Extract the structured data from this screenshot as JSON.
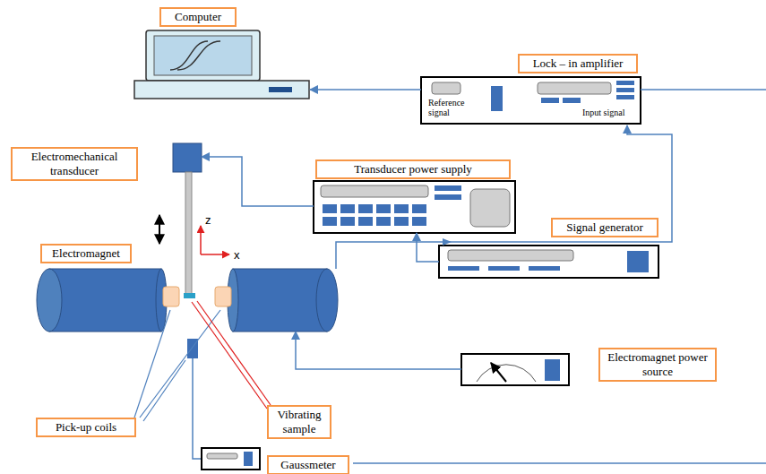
{
  "diagram": {
    "nodes": [
      {
        "text": [
          "Computer"
        ]
      },
      {
        "text": [
          "Lock – in amplifier"
        ]
      },
      {
        "text": [
          "Electromechanical transducer"
        ]
      },
      {
        "text": [
          "Transducer power supply"
        ]
      },
      {
        "text": [
          "Signal generator"
        ]
      },
      {
        "text": [
          "Electromagnet"
        ]
      },
      {
        "text": [
          "Pick-up coils"
        ]
      },
      {
        "text": [
          "Vibrating sample"
        ]
      },
      {
        "text": [
          "Electromagnet power source"
        ]
      },
      {
        "text": [
          "Gaussmeter"
        ]
      }
    ],
    "edges": [
      {
        "from": 1,
        "to": 0,
        "arrow": "to"
      },
      {
        "from": 3,
        "to": 2,
        "arrow": "to"
      },
      {
        "from": 4,
        "to": 3,
        "arrow": "to"
      },
      {
        "from": 8,
        "to": 5,
        "arrow": "to"
      }
    ],
    "labels": [
      "Reference signal",
      "Input signal",
      "z",
      "x"
    ]
  }
}
